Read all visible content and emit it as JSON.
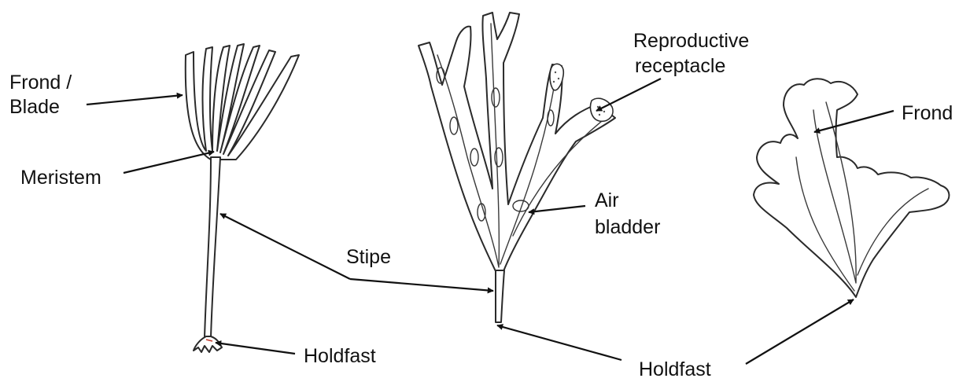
{
  "colors": {
    "ink": "#111111",
    "outline": "#2a2a2a",
    "holdfast_tint": "#c0392b"
  },
  "labels": {
    "frond_blade_line1": "Frond /",
    "frond_blade_line2": "Blade",
    "meristem": "Meristem",
    "stipe": "Stipe",
    "holdfast_left": "Holdfast",
    "reproductive_line1": "Reproductive",
    "reproductive_line2": "receptacle",
    "air_line1": "Air",
    "air_line2": "bladder",
    "holdfast_right": "Holdfast",
    "frond": "Frond"
  }
}
